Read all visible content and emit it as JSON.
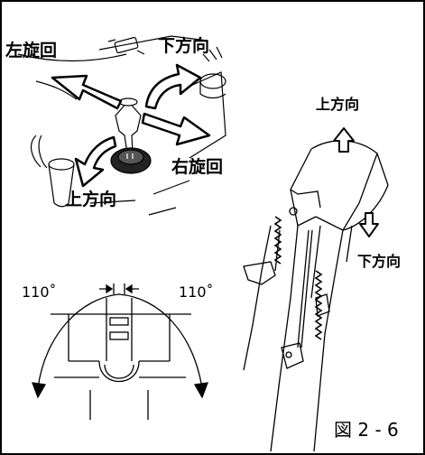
{
  "labels": {
    "left_turn": "左旋回",
    "down_direction_top": "下方向",
    "right_turn": "右旋回",
    "up_direction_bottom": "上方向",
    "up_direction_right": "上方向",
    "down_direction_right": "下方向",
    "angle_left": "110˚",
    "angle_right": "110˚"
  },
  "caption": "図 2 - 6"
}
